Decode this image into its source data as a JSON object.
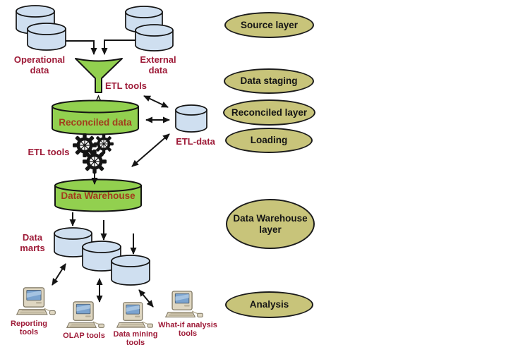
{
  "diagram": {
    "nodes": {
      "operational_data": "Operational\ndata",
      "external_data": "External\ndata",
      "etl_tools_top": "ETL tools",
      "reconciled_data": "Reconciled data",
      "etl_data": "ETL-data",
      "etl_tools_mid": "ETL tools",
      "data_warehouse": "Data Warehouse",
      "data_marts": "Data\nmarts",
      "reporting_tools": "Reporting\ntools",
      "olap_tools": "OLAP tools",
      "data_mining_tools": "Data mining\ntools",
      "what_if_tools": "What-if analysis\ntools"
    },
    "layers": [
      {
        "label": "Source layer"
      },
      {
        "label": "Data staging"
      },
      {
        "label": "Reconciled layer"
      },
      {
        "label": "Loading"
      },
      {
        "label": "Data Warehouse\nlayer"
      },
      {
        "label": "Analysis"
      }
    ],
    "colors": {
      "database_blue": "#cfdff0",
      "process_green": "#92d04f",
      "layer_olive": "#c8c47a",
      "label_maroon": "#9e1b38",
      "label_brick": "#a23c1c",
      "outline_black": "#141414"
    }
  }
}
